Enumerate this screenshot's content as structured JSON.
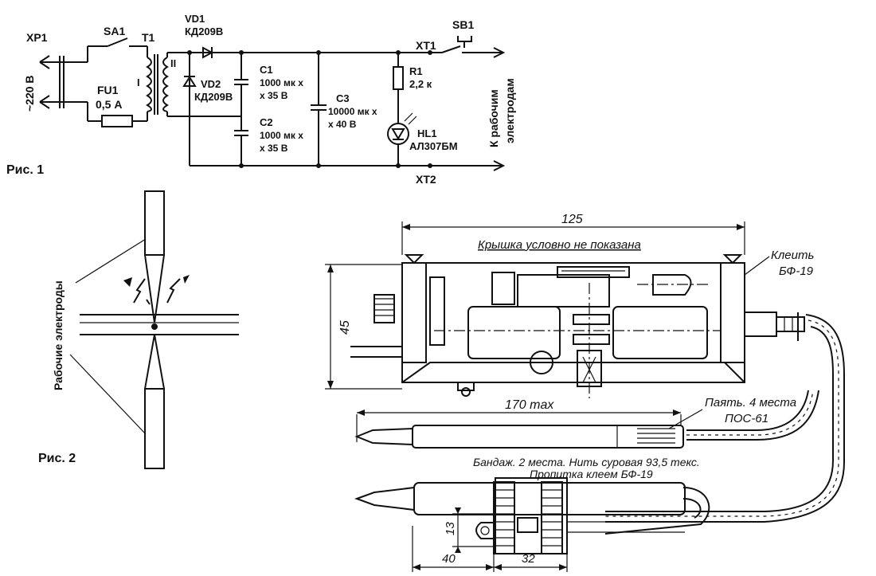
{
  "schematic": {
    "xp1": "XP1",
    "mains": "~220 В",
    "sa1": "SA1",
    "t1": "T1",
    "winding1": "I",
    "winding2": "II",
    "fu1": "FU1",
    "fu1_val": "0,5 А",
    "vd1": "VD1",
    "vd1_type": "КД209В",
    "vd2": "VD2",
    "vd2_type": "КД209В",
    "c1": "C1",
    "c1_val1": "1000 мк х",
    "c1_val2": "х 35 В",
    "c2": "C2",
    "c2_val1": "1000 мк х",
    "c2_val2": "х 35 В",
    "c3": "C3",
    "c3_val1": "10000 мк х",
    "c3_val2": "х 40 В",
    "r1": "R1",
    "r1_val": "2,2 к",
    "hl1": "HL1",
    "hl1_type": "АЛ307БМ",
    "sb1": "SB1",
    "xt1": "XT1",
    "xt2": "XT2",
    "to_electrodes1": "К рабочим",
    "to_electrodes2": "электродам",
    "fig1": "Рис. 1"
  },
  "fig2": {
    "label": "Рабочие электроды",
    "caption": "Рис. 2"
  },
  "drawing": {
    "dim_width": "125",
    "lid_note": "Крышка условно не показана",
    "glue1": "Клеить",
    "glue2": "БФ-19",
    "dim_height": "45",
    "dim_170": "170 max",
    "solder1": "Паять. 4 места",
    "solder2": "ПОС-61",
    "bandage1": "Бандаж. 2 места. Нить суровая 93,5 текс.",
    "bandage2": "Пропитка клеем БФ-19",
    "dim_13": "13",
    "dim_40": "40",
    "dim_32": "32"
  }
}
